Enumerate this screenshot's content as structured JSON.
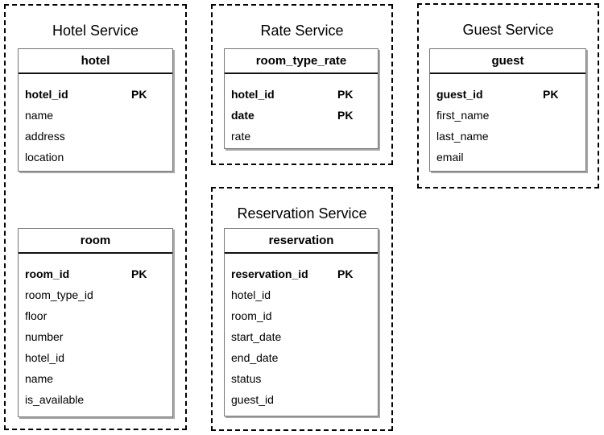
{
  "diagram": {
    "kind": "microservice-database-schema",
    "colors": {
      "background": "#ffffff",
      "text": "#000000",
      "dashed_border": "#000000",
      "table_border": "#757575",
      "table_shadow": "#a8a8a8",
      "header_divider": "#111111"
    },
    "services": [
      {
        "title": "Hotel Service",
        "tables": [
          {
            "name": "hotel",
            "fields": [
              {
                "name": "hotel_id",
                "key": "PK"
              },
              {
                "name": "name"
              },
              {
                "name": "address"
              },
              {
                "name": "location"
              }
            ]
          },
          {
            "name": "room",
            "fields": [
              {
                "name": "room_id",
                "key": "PK"
              },
              {
                "name": "room_type_id"
              },
              {
                "name": "floor"
              },
              {
                "name": "number"
              },
              {
                "name": "hotel_id"
              },
              {
                "name": "name"
              },
              {
                "name": "is_available"
              }
            ]
          }
        ]
      },
      {
        "title": "Rate Service",
        "tables": [
          {
            "name": "room_type_rate",
            "fields": [
              {
                "name": "hotel_id",
                "key": "PK"
              },
              {
                "name": "date",
                "key": "PK"
              },
              {
                "name": "rate"
              }
            ]
          }
        ]
      },
      {
        "title": "Reservation Service",
        "tables": [
          {
            "name": "reservation",
            "fields": [
              {
                "name": "reservation_id",
                "key": "PK"
              },
              {
                "name": "hotel_id"
              },
              {
                "name": "room_id"
              },
              {
                "name": "start_date"
              },
              {
                "name": "end_date"
              },
              {
                "name": "status"
              },
              {
                "name": "guest_id"
              }
            ]
          }
        ]
      },
      {
        "title": "Guest Service",
        "tables": [
          {
            "name": "guest",
            "fields": [
              {
                "name": "guest_id",
                "key": "PK"
              },
              {
                "name": "first_name"
              },
              {
                "name": "last_name"
              },
              {
                "name": "email"
              }
            ]
          }
        ]
      }
    ]
  }
}
